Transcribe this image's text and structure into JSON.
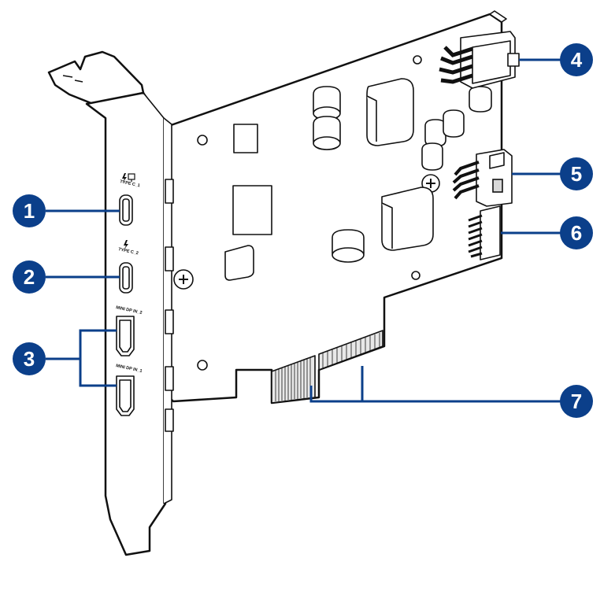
{
  "callouts": [
    {
      "id": "1",
      "label": "1"
    },
    {
      "id": "2",
      "label": "2"
    },
    {
      "id": "3",
      "label": "3"
    },
    {
      "id": "4",
      "label": "4"
    },
    {
      "id": "5",
      "label": "5"
    },
    {
      "id": "6",
      "label": "6"
    },
    {
      "id": "7",
      "label": "7"
    }
  ],
  "bracket_ports": [
    {
      "id": "type-c-1",
      "label": "TYPE C_1"
    },
    {
      "id": "type-c-2",
      "label": "TYPE C_2"
    },
    {
      "id": "mini-dp-in-2",
      "label": "MINI DP IN_2"
    },
    {
      "id": "mini-dp-in-1",
      "label": "MINI DP IN_1"
    }
  ],
  "colors": {
    "callout_fill": "#0b3f8a",
    "leader_line": "#0b3f8a",
    "outline": "#111111"
  },
  "icons": [
    "thunderbolt-icon",
    "display-icon",
    "screw-icon"
  ]
}
